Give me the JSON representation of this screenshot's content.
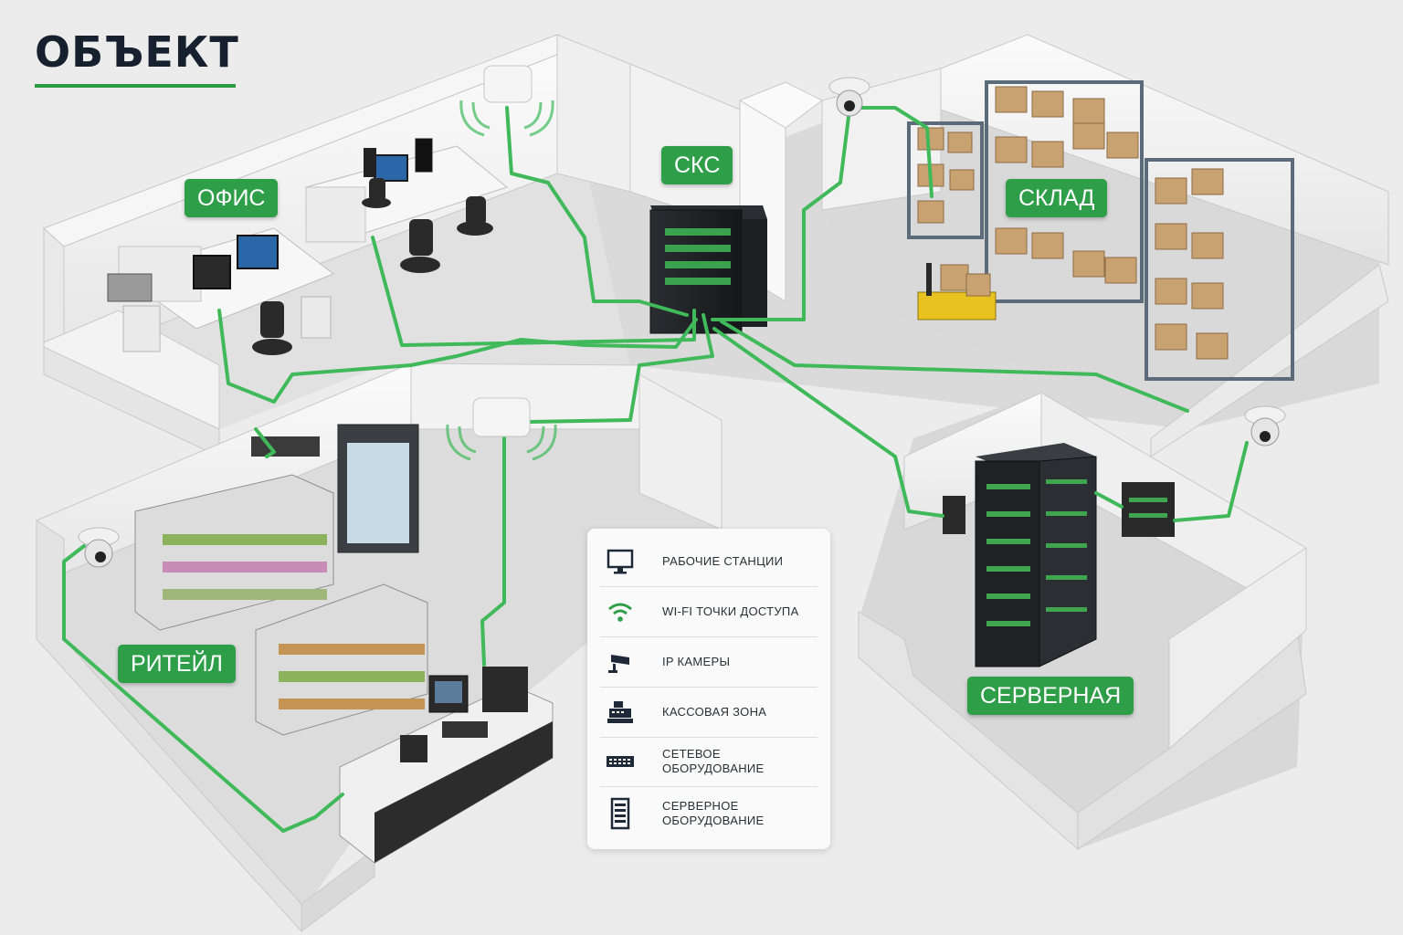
{
  "title": "ОБЪЕКТ",
  "zones": {
    "office": "ОФИС",
    "sks": "СКС",
    "warehouse": "СКЛАД",
    "retail": "РИТЕЙЛ",
    "server_room": "СЕРВЕРНАЯ"
  },
  "legend": [
    {
      "icon": "monitor-icon",
      "label": "РАБОЧИЕ СТАНЦИИ"
    },
    {
      "icon": "wifi-icon",
      "label": "WI-FI ТОЧКИ ДОСТУПА"
    },
    {
      "icon": "camera-icon",
      "label": "IP КАМЕРЫ"
    },
    {
      "icon": "cash-register-icon",
      "label": "КАССОВАЯ ЗОНА"
    },
    {
      "icon": "network-switch-icon",
      "label": "СЕТЕВОЕ ОБОРУДОВАНИЕ"
    },
    {
      "icon": "server-icon",
      "label": "СЕРВЕРНОЕ ОБОРУДОВАНИЕ"
    }
  ],
  "colors": {
    "accent": "#2f9e49",
    "cable": "#3fb95a",
    "wall": "#f4f4f4",
    "floor": "#dedede",
    "title": "#16202e"
  }
}
